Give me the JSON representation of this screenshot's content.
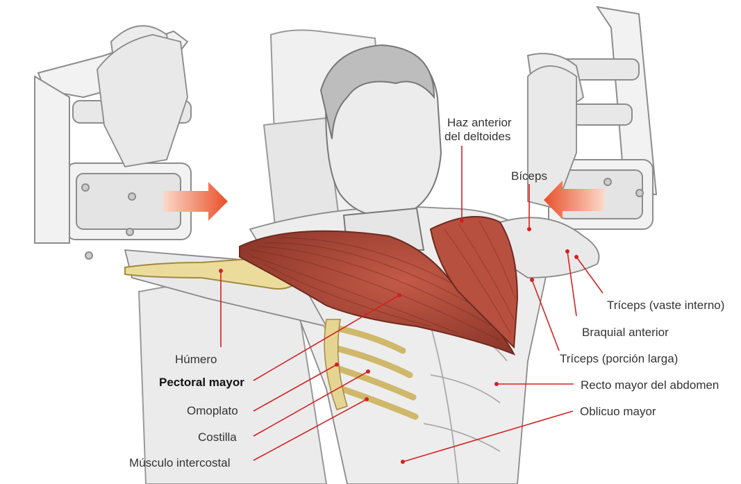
{
  "labels": {
    "haz_anterior_1": "Haz anterior",
    "haz_anterior_2": "del deltoides",
    "biceps": "Bíceps",
    "triceps_vaste": "Tríceps (vaste interno)",
    "braquial": "Braquial anterior",
    "triceps_larga": "Tríceps (porción larga)",
    "recto": "Recto mayor del abdomen",
    "oblicuo": "Oblicuo mayor",
    "humero": "Húmero",
    "pectoral": "Pectoral mayor",
    "omoplato": "Omoplato",
    "costilla": "Costilla",
    "intercostal": "Músculo intercostal"
  },
  "colors": {
    "muscle": "#b5473a",
    "muscle_dark": "#8a2f25",
    "bone": "#e8d9a0",
    "leader_line": "#d42020",
    "arrow": "#e8603c",
    "sketch": "#9a9a9a"
  }
}
